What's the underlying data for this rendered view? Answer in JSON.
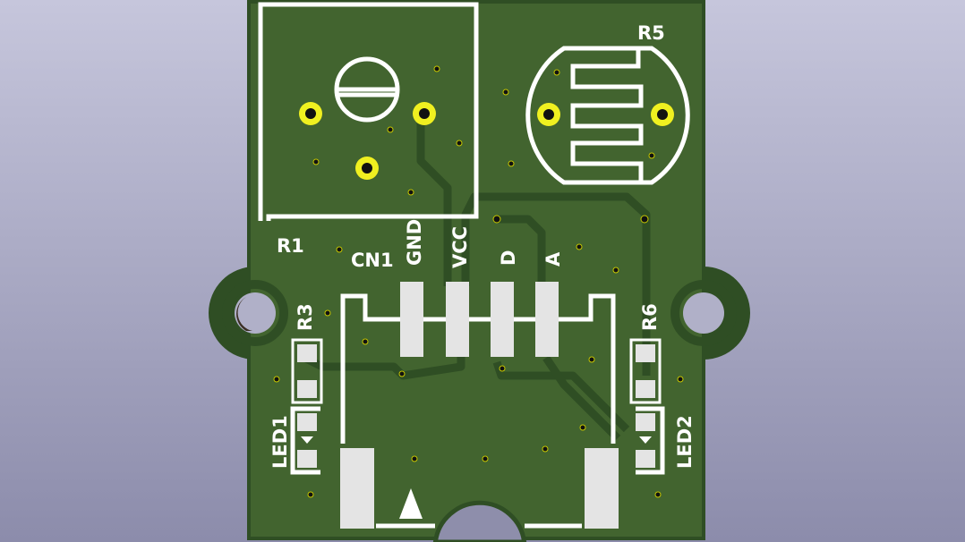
{
  "board": {
    "colors": {
      "board": "#42642f",
      "copper": "#2f4e24",
      "silk": "#ffffff",
      "pad": "#e4e4e4",
      "tht": "#f0f020"
    },
    "labels": {
      "r1": "R1",
      "r5": "R5",
      "cn1": "CN1",
      "gnd": "GND",
      "vcc": "VCC",
      "d": "D",
      "a": "A",
      "r3": "R3",
      "r6": "R6",
      "led1": "LED1",
      "led2": "LED2"
    }
  }
}
